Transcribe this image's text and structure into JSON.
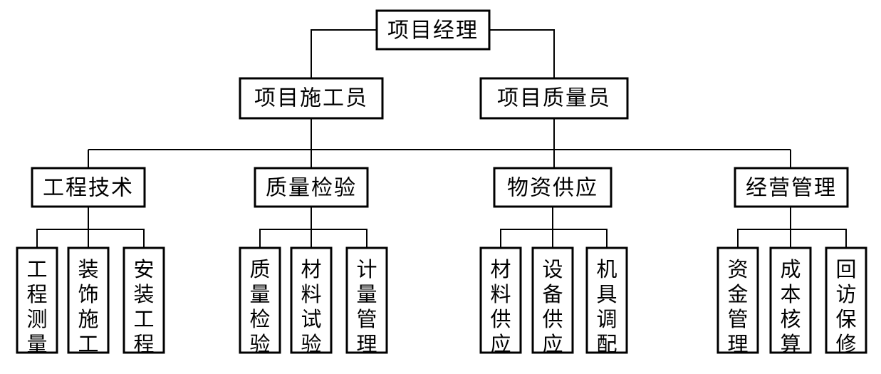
{
  "root": {
    "label": "项目经理"
  },
  "level1": [
    {
      "label": "项目施工员"
    },
    {
      "label": "项目质量员"
    }
  ],
  "departments": [
    {
      "label": "工程技术",
      "tasks": [
        {
          "label": "工程测量"
        },
        {
          "label": "装饰施工"
        },
        {
          "label": "安装工程"
        }
      ]
    },
    {
      "label": "质量检验",
      "tasks": [
        {
          "label": "质量检验"
        },
        {
          "label": "材料试验"
        },
        {
          "label": "计量管理"
        }
      ]
    },
    {
      "label": "物资供应",
      "tasks": [
        {
          "label": "材料供应"
        },
        {
          "label": "设备供应"
        },
        {
          "label": "机具调配"
        }
      ]
    },
    {
      "label": "经营管理",
      "tasks": [
        {
          "label": "资金管理"
        },
        {
          "label": "成本核算"
        },
        {
          "label": "回访保修"
        }
      ]
    }
  ]
}
